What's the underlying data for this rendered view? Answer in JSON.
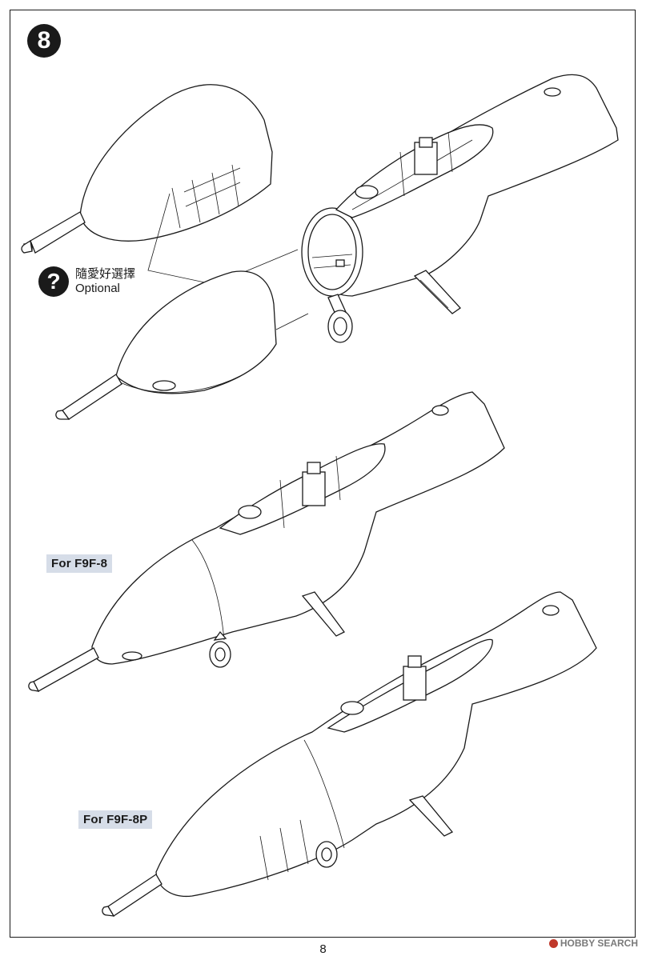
{
  "step": {
    "number": "8"
  },
  "optional": {
    "badge": "?",
    "chinese": "隨愛好選擇",
    "english": "Optional"
  },
  "variants": [
    {
      "label": "For F9F-8"
    },
    {
      "label": "For F9F-8P"
    }
  ],
  "page_number": "8",
  "watermark": "HOBBY SEARCH"
}
